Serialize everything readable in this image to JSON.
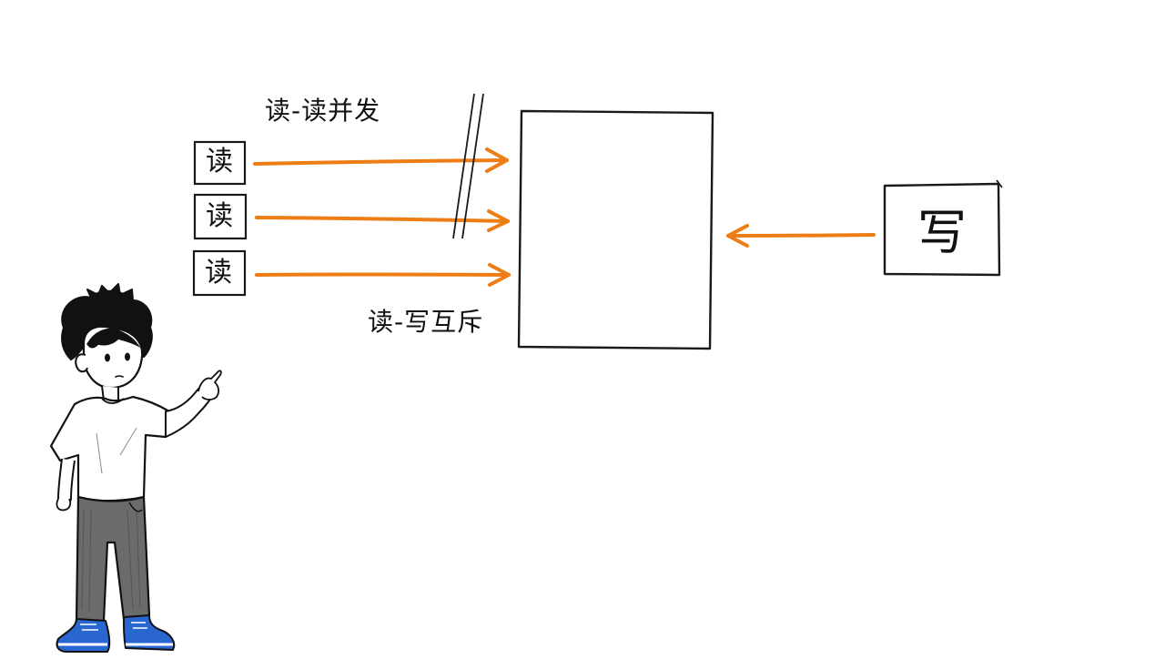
{
  "labels": {
    "read_read_concurrent": "读-读并发",
    "read_write_mutex": "读-写互斥"
  },
  "readers": [
    {
      "label": "读"
    },
    {
      "label": "读"
    },
    {
      "label": "读"
    }
  ],
  "writer": {
    "label": "写"
  },
  "colors": {
    "arrow": "#ee7d16",
    "stroke": "#1a1a1a",
    "shoe": "#2a66d0",
    "pants": "#6b6b6b"
  },
  "icons": {
    "character": "pointing-boy-illustration",
    "barrier": "double-slash-barrier"
  }
}
